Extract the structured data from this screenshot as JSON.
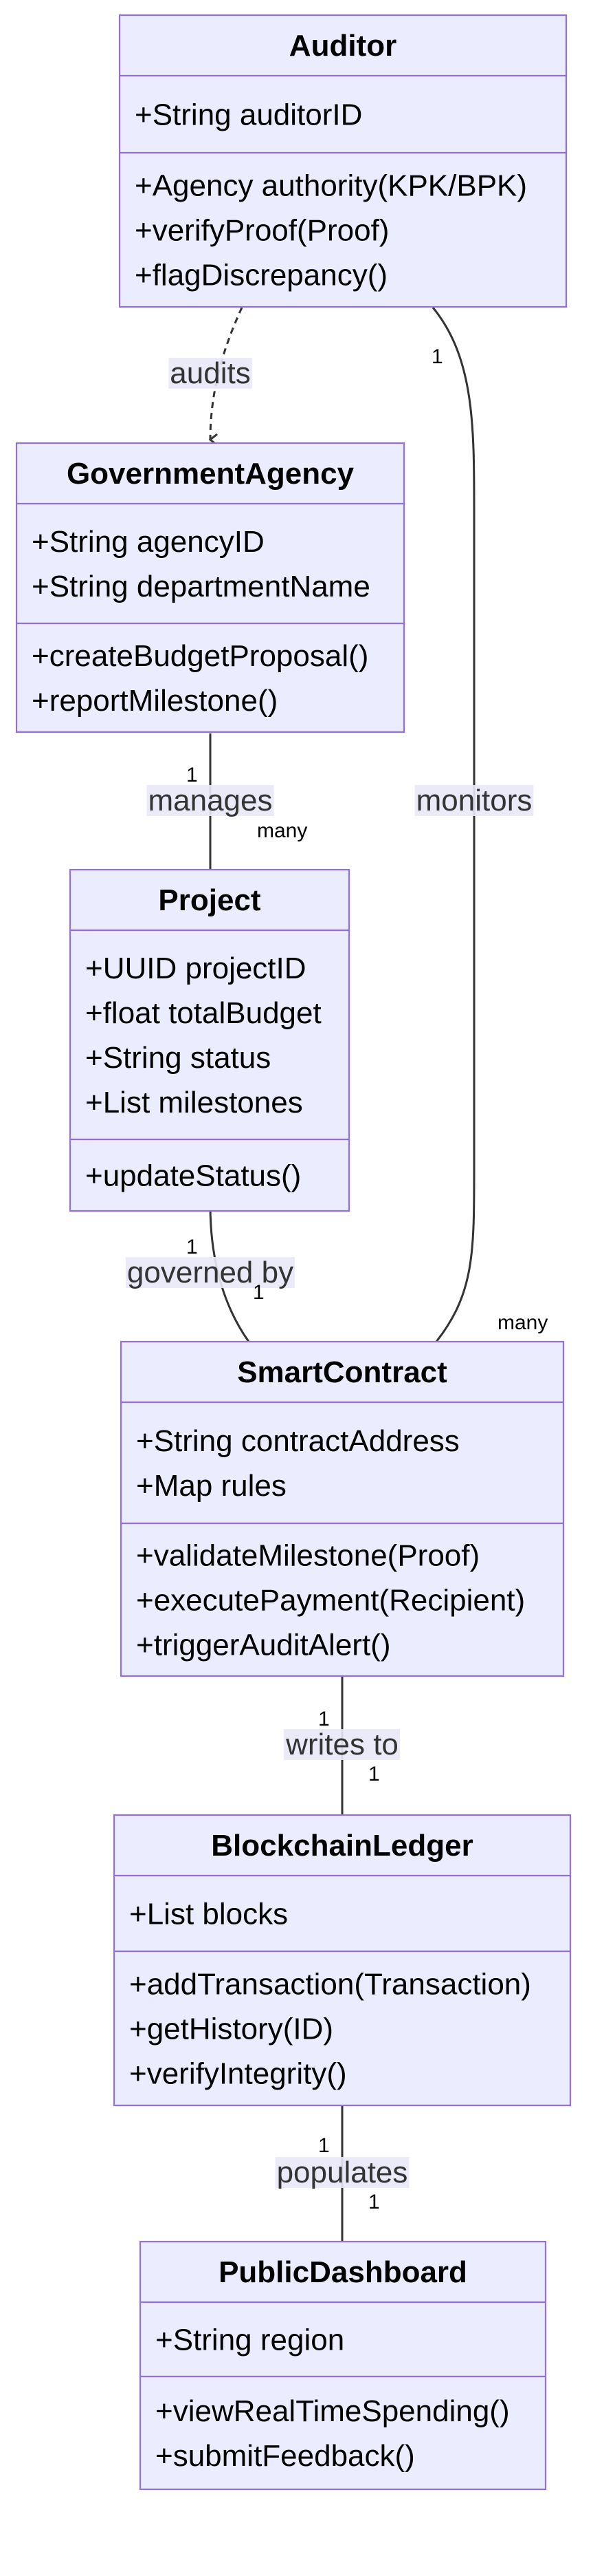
{
  "classes": [
    {
      "id": "auditor",
      "name": "Auditor",
      "attributes": [
        "+String auditorID"
      ],
      "methods": [
        "+Agency authority(KPK/BPK)",
        "+verifyProof(Proof)",
        "+flagDiscrepancy()"
      ]
    },
    {
      "id": "government-agency",
      "name": "GovernmentAgency",
      "attributes": [
        "+String agencyID",
        "+String departmentName"
      ],
      "methods": [
        "+createBudgetProposal()",
        "+reportMilestone()"
      ]
    },
    {
      "id": "project",
      "name": "Project",
      "attributes": [
        "+UUID projectID",
        "+float totalBudget",
        "+String status",
        "+List milestones"
      ],
      "methods": [
        "+updateStatus()"
      ]
    },
    {
      "id": "smart-contract",
      "name": "SmartContract",
      "attributes": [
        "+String contractAddress",
        "+Map rules"
      ],
      "methods": [
        "+validateMilestone(Proof)",
        "+executePayment(Recipient)",
        "+triggerAuditAlert()"
      ]
    },
    {
      "id": "blockchain-ledger",
      "name": "BlockchainLedger",
      "attributes": [
        "+List blocks"
      ],
      "methods": [
        "+addTransaction(Transaction)",
        "+getHistory(ID)",
        "+verifyIntegrity()"
      ]
    },
    {
      "id": "public-dashboard",
      "name": "PublicDashboard",
      "attributes": [
        "+String region"
      ],
      "methods": [
        "+viewRealTimeSpending()",
        "+submitFeedback()"
      ]
    }
  ],
  "relations": [
    {
      "id": "audits",
      "from": "Auditor",
      "to": "GovernmentAgency",
      "label": "audits",
      "from_mult": "",
      "to_mult": "",
      "style": "dashed-arrow"
    },
    {
      "id": "monitors",
      "from": "Auditor",
      "to": "SmartContract",
      "label": "monitors",
      "from_mult": "1",
      "to_mult": "many",
      "style": "solid"
    },
    {
      "id": "manages",
      "from": "GovernmentAgency",
      "to": "Project",
      "label": "manages",
      "from_mult": "1",
      "to_mult": "many",
      "style": "solid"
    },
    {
      "id": "governed-by",
      "from": "Project",
      "to": "SmartContract",
      "label": "governed by",
      "from_mult": "1",
      "to_mult": "1",
      "style": "solid"
    },
    {
      "id": "writes-to",
      "from": "SmartContract",
      "to": "BlockchainLedger",
      "label": "writes to",
      "from_mult": "1",
      "to_mult": "1",
      "style": "solid"
    },
    {
      "id": "populates",
      "from": "BlockchainLedger",
      "to": "PublicDashboard",
      "label": "populates",
      "from_mult": "1",
      "to_mult": "1",
      "style": "solid"
    }
  ],
  "colors": {
    "class_fill": "#ECECFF",
    "class_stroke": "#9370DB",
    "edge": "#333333",
    "label_bg": "#E8E8F8"
  }
}
